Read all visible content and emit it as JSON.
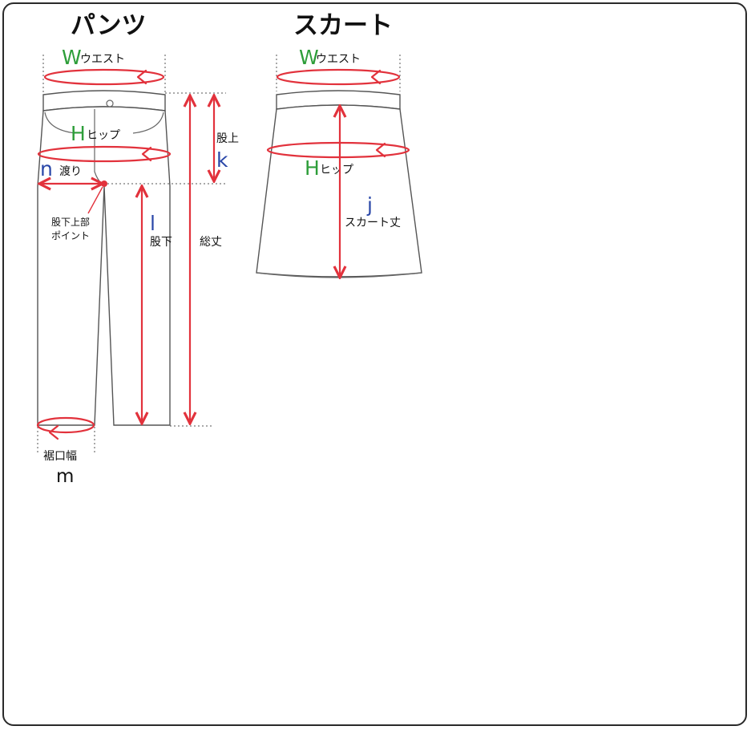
{
  "pants": {
    "title": "パンツ",
    "waist": {
      "letter": "W",
      "label": "ウエスト"
    },
    "hip": {
      "letter": "H",
      "label": "ヒップ"
    },
    "thigh": {
      "letter": "n",
      "label": "渡り"
    },
    "crotch_point": {
      "line1": "股下上部",
      "line2": "ポイント"
    },
    "rise": {
      "label": "股上",
      "letter": "k"
    },
    "inseam": {
      "letter": "l",
      "label": "股下"
    },
    "total_length": {
      "label": "総丈"
    },
    "hem": {
      "label": "裾口幅",
      "letter": "m"
    }
  },
  "skirt": {
    "title": "スカート",
    "waist": {
      "letter": "W",
      "label": "ウエスト"
    },
    "hip": {
      "letter": "H",
      "label": "ヒップ"
    },
    "length": {
      "letter": "j",
      "label": "スカート丈"
    }
  },
  "colors": {
    "measure_red": "#e2323c",
    "letter_green": "#2e9e3a",
    "letter_blue": "#2a47a8"
  }
}
